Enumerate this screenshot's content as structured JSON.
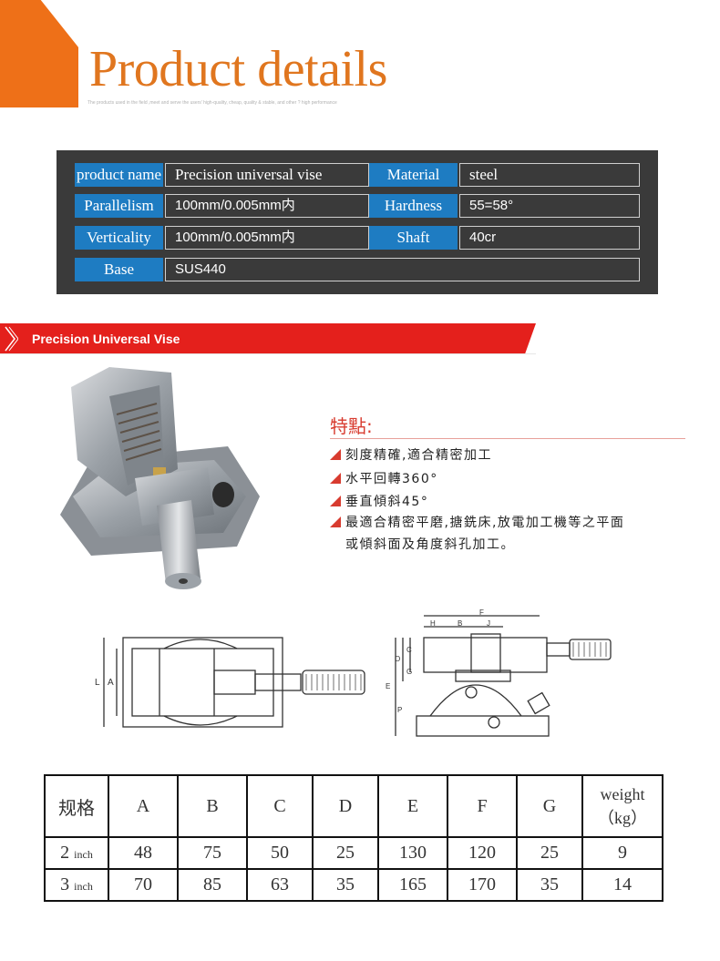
{
  "header": {
    "title": "Product details",
    "tagline": "The products used in the field ,meet and serve the users' high-quality, cheap, quality & stable, and other ? high performance"
  },
  "specs": {
    "product_name_label": "product name",
    "product_name_value": "Precision universal vise",
    "material_label": "Material",
    "material_value": "steel",
    "parallelism_label": "Parallelism",
    "parallelism_value": "100mm/0.005mm内",
    "hardness_label": "Hardness",
    "hardness_value": "55=58°",
    "verticality_label": "Verticality",
    "verticality_value": "100mm/0.005mm内",
    "shaft_label": "Shaft",
    "shaft_value": "40cr",
    "base_label": "Base",
    "base_value": "SUS440"
  },
  "banner": {
    "title": "Precision Universal Vise"
  },
  "features": {
    "title": "特點:",
    "items": [
      "刻度精確,適合精密加工",
      "水平回轉360°",
      "垂直傾斜45°",
      "最適合精密平磨,搪銑床,放電加工機等之平面",
      "或傾斜面及角度斜孔加工。"
    ]
  },
  "drawing_labels": {
    "top_view": {
      "L": "L",
      "A": "A"
    },
    "side_view": {
      "F": "F",
      "H": "H",
      "B": "B",
      "J": "J",
      "O": "O",
      "C": "C",
      "G": "G",
      "E": "E",
      "P": "P"
    }
  },
  "table": {
    "headers": [
      "规格",
      "A",
      "B",
      "C",
      "D",
      "E",
      "F",
      "G",
      "weight",
      "（kg）"
    ],
    "rows": [
      {
        "size": "2",
        "unit": "inch",
        "values": [
          "48",
          "75",
          "50",
          "25",
          "130",
          "120",
          "25",
          "9"
        ]
      },
      {
        "size": "3",
        "unit": "inch",
        "values": [
          "70",
          "85",
          "63",
          "35",
          "165",
          "170",
          "35",
          "14"
        ]
      }
    ]
  },
  "colors": {
    "orange": "#ee7018",
    "title": "#e0761f",
    "panel": "#3a3a3a",
    "label_blue": "#1e7cc2",
    "banner_red": "#e4201c",
    "feature_red": "#d83b2f"
  }
}
